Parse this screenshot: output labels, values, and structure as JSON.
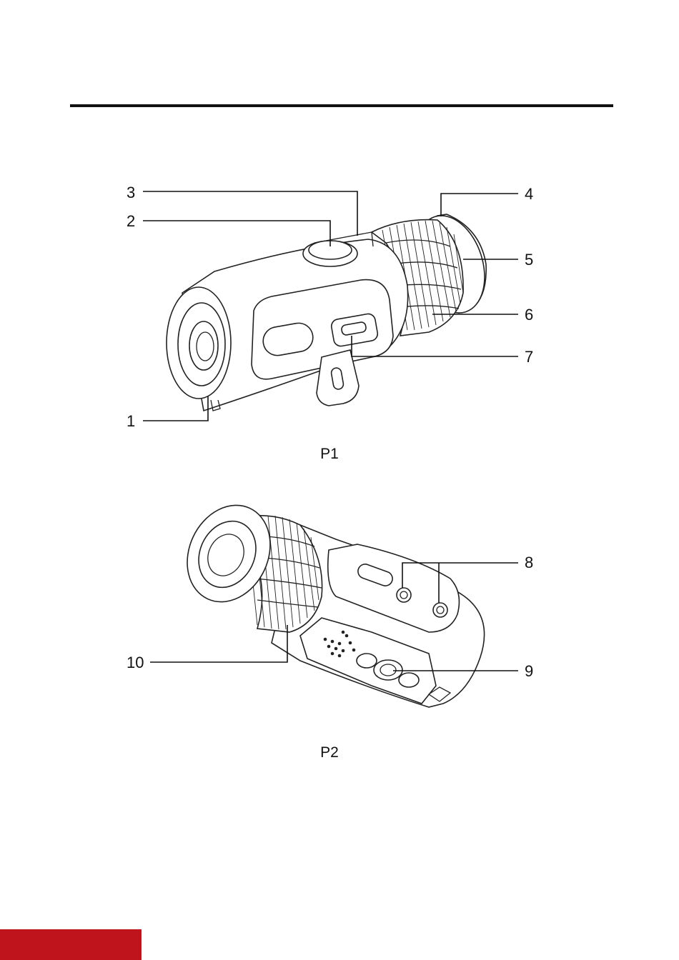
{
  "figures": [
    {
      "caption": "P1",
      "callouts": [
        "1",
        "2",
        "3",
        "4",
        "5",
        "6",
        "7"
      ]
    },
    {
      "caption": "P2",
      "callouts": [
        "8",
        "9",
        "10"
      ]
    }
  ],
  "colors": {
    "rule": "#111111",
    "footer_accent": "#c0141c"
  }
}
